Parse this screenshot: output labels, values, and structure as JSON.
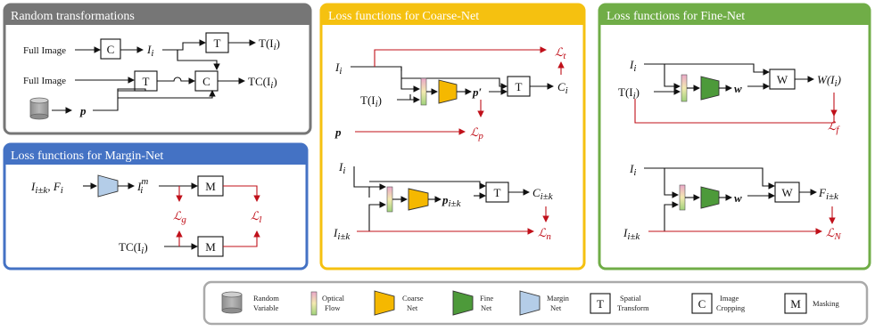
{
  "colors": {
    "gray_panel": "#767676",
    "blue_panel": "#4472c4",
    "yellow_panel": "#f5c110",
    "green_panel": "#70ad47",
    "coarse_net": "#f5b800",
    "fine_net": "#4d9a3a",
    "margin_net": "#b4cde8",
    "loss_red": "#c0101a"
  },
  "panels": {
    "random": {
      "title": "Random transformations"
    },
    "margin": {
      "title": "Loss functions for Margin-Net"
    },
    "coarse": {
      "title": "Loss functions for Coarse-Net"
    },
    "fine": {
      "title": "Loss functions for Fine-Net"
    }
  },
  "random": {
    "full_image_1": "Full Image",
    "full_image_2": "Full Image",
    "c_box": "C",
    "t_box_top": "T",
    "t_box_mid": "T",
    "c_box_mid": "C",
    "out_i": "I",
    "out_i_sub": "i",
    "out_ti": "T(I",
    "out_ti_sub": "i",
    "out_ti_close": ")",
    "out_tci": "TC(I",
    "out_tci_sub": "i",
    "out_tci_close": ")",
    "p_label": "p"
  },
  "margin": {
    "in_label": "I",
    "in_sub": "i±k",
    "in_f": ", F",
    "in_f_sub": "i",
    "out_label": "I",
    "out_sup": "m",
    "out_sub": "i",
    "m_box_top": "M",
    "m_box_bot": "M",
    "tc_label": "TC(I",
    "tc_sub": "i",
    "tc_close": ")",
    "loss_g": "ℒ",
    "loss_g_sub": "g",
    "loss_l": "ℒ",
    "loss_l_sub": "l"
  },
  "coarse": {
    "top_in_i": "I",
    "top_in_i_sub": "i",
    "top_in_ti": "T(I",
    "top_in_ti_sub": "i",
    "top_in_ti_close": ")",
    "p_prime": "p′",
    "t_box": "T",
    "c_out": "C",
    "c_out_sub": "i",
    "loss_t": "ℒ",
    "loss_t_sub": "t",
    "p_label": "p",
    "loss_p": "ℒ",
    "loss_p_sub": "p",
    "bot_in_i": "I",
    "bot_in_i_sub": "i",
    "bot_in_ik": "I",
    "bot_in_ik_sub": "i±k",
    "p_ik": "p",
    "p_ik_sub": "i±k",
    "t_box_bot": "T",
    "c_ik": "C",
    "c_ik_sub": "i±k",
    "loss_n": "ℒ",
    "loss_n_sub": "n"
  },
  "fine": {
    "top_in_i": "I",
    "top_in_i_sub": "i",
    "top_in_ti": "T(I",
    "top_in_ti_sub": "i",
    "top_in_ti_close": ")",
    "w_label": "w",
    "w_box": "W",
    "w_out": "W(I",
    "w_out_sub": "i",
    "w_out_close": ")",
    "loss_f": "ℒ",
    "loss_f_sub": "f",
    "bot_in_i": "I",
    "bot_in_i_sub": "i",
    "bot_in_ik": "I",
    "bot_in_ik_sub": "i±k",
    "w_label_bot": "w",
    "w_box_bot": "W",
    "f_out": "F",
    "f_out_sub": "i±k",
    "loss_N": "ℒ",
    "loss_N_sub": "N"
  },
  "legend": {
    "random_variable": [
      "Random",
      "Variable"
    ],
    "optical_flow": [
      "Optical",
      "Flow"
    ],
    "coarse_net": [
      "Coarse",
      "Net"
    ],
    "fine_net": [
      "Fine",
      "Net"
    ],
    "margin_net": [
      "Margin",
      "Net"
    ],
    "t_symbol": "T",
    "spatial_transform": [
      "Spatial",
      "Transform"
    ],
    "c_symbol": "C",
    "image_cropping": [
      "Image",
      "Cropping"
    ],
    "m_symbol": "M",
    "masking": "Masking"
  }
}
